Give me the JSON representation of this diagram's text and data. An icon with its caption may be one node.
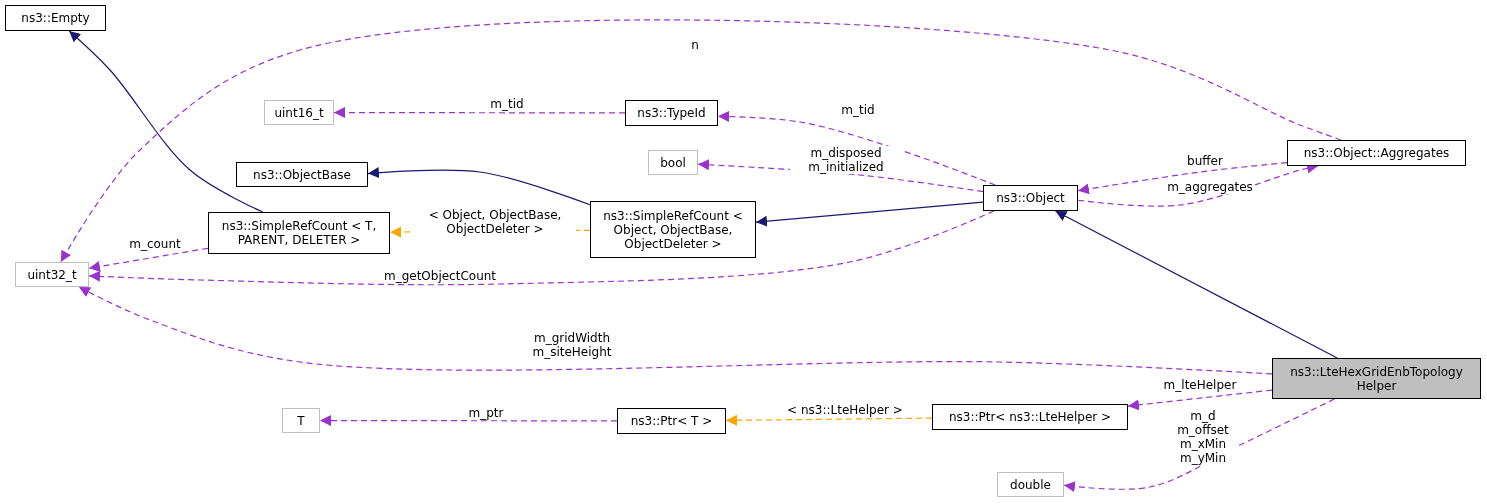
{
  "diagram": {
    "nodes": [
      {
        "text": [
          "ns3::Empty"
        ]
      },
      {
        "text": [
          "uint32_t"
        ]
      },
      {
        "text": [
          "uint16_t"
        ]
      },
      {
        "text": [
          "ns3::TypeId"
        ]
      },
      {
        "text": [
          "bool"
        ]
      },
      {
        "text": [
          "ns3::ObjectBase"
        ]
      },
      {
        "text": [
          "ns3::SimpleRefCount < T, PARENT, DELETER >"
        ]
      },
      {
        "text": [
          "ns3::SimpleRefCount < Object, ObjectBase, ObjectDeleter >"
        ]
      },
      {
        "text": [
          "ns3::Object"
        ]
      },
      {
        "text": [
          "ns3::Object::Aggregates"
        ]
      },
      {
        "text": [
          "ns3::LteHexGridEnbTopology Helper"
        ]
      },
      {
        "text": [
          "ns3::Ptr< ns3::LteHelper >"
        ]
      },
      {
        "text": [
          "T"
        ]
      },
      {
        "text": [
          "ns3::Ptr< T >"
        ]
      },
      {
        "text": [
          "double"
        ]
      }
    ],
    "edges": [
      {
        "from": 6,
        "to": 0,
        "arrow": "to",
        "color": "#191970"
      },
      {
        "from": 9,
        "to": 1,
        "arrow": "to",
        "label": "n",
        "style": "dashed"
      },
      {
        "from": 3,
        "to": 2,
        "arrow": "to",
        "label": "m_tid",
        "style": "dashed"
      },
      {
        "from": 8,
        "to": 3,
        "arrow": "to",
        "label": "m_tid",
        "style": "dashed"
      },
      {
        "from": 8,
        "to": 4,
        "arrow": "to",
        "label": "m_disposed m_initialized",
        "style": "dashed"
      },
      {
        "from": 7,
        "to": 5,
        "arrow": "to",
        "color": "#191970"
      },
      {
        "from": 7,
        "to": 6,
        "arrow": "to",
        "label": "< Object, ObjectBase, ObjectDeleter >",
        "style": "dashed",
        "color": "#ffa500"
      },
      {
        "from": 6,
        "to": 1,
        "arrow": "to",
        "label": "m_count",
        "style": "dashed"
      },
      {
        "from": 8,
        "to": 7,
        "arrow": "to",
        "color": "#191970"
      },
      {
        "from": 8,
        "to": 1,
        "arrow": "to",
        "label": "m_getObjectCount",
        "style": "dashed"
      },
      {
        "from": 9,
        "to": 8,
        "arrow": "to",
        "label": "buffer",
        "style": "dashed"
      },
      {
        "from": 8,
        "to": 9,
        "arrow": "to",
        "label": "m_aggregates",
        "style": "dashed"
      },
      {
        "from": 10,
        "to": 8,
        "arrow": "to",
        "color": "#191970"
      },
      {
        "from": 10,
        "to": 1,
        "arrow": "to",
        "label": "m_gridWidth m_siteHeight",
        "style": "dashed"
      },
      {
        "from": 10,
        "to": 11,
        "arrow": "to",
        "label": "m_lteHelper",
        "style": "dashed"
      },
      {
        "from": 11,
        "to": 13,
        "arrow": "to",
        "label": "< ns3::LteHelper >",
        "style": "dashed",
        "color": "#ffa500"
      },
      {
        "from": 13,
        "to": 12,
        "arrow": "to",
        "label": "m_ptr",
        "style": "dashed"
      },
      {
        "from": 10,
        "to": 14,
        "arrow": "to",
        "label": "m_d m_offset m_xMin m_yMin",
        "style": "dashed"
      }
    ]
  }
}
